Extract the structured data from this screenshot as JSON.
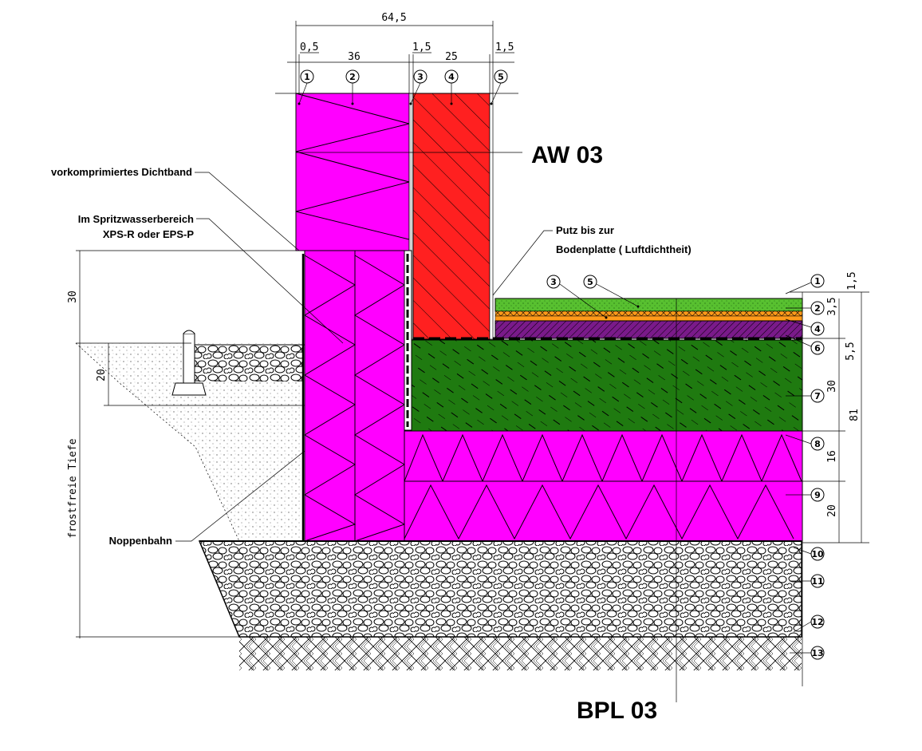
{
  "labels": {
    "aw": "AW 03",
    "bpl": "BPL 03",
    "dichtband": "vorkomprimiertes Dichtband",
    "spritz1": "Im Spritzwasserbereich",
    "spritz2": "XPS-R oder EPS-P",
    "putz1": "Putz bis zur",
    "putz2": "Bodenplatte  ( Luftdichtheit)",
    "noppen": "Noppenbahn",
    "frost": "frostfreie Tiefe"
  },
  "dims_top": {
    "total": "64,5",
    "d1": "0,5",
    "d2": "36",
    "d3": "1,5",
    "d4": "25",
    "d5": "1,5"
  },
  "dims_left": {
    "a": "30",
    "b": "20"
  },
  "dims_right": {
    "r1": "1,5",
    "r2": "3,5",
    "r3": "5,5",
    "r4": "30",
    "r5": "16",
    "r6": "20",
    "total": "81"
  },
  "wall_markers": [
    "1",
    "2",
    "3",
    "4",
    "5"
  ],
  "floor_markers_top": [
    "3",
    "5"
  ],
  "floor_markers_right": [
    "1",
    "2",
    "4",
    "6",
    "7",
    "8",
    "9",
    "10",
    "11",
    "12",
    "13"
  ],
  "colors": {
    "insulation": "#ff00ff",
    "masonry": "#ff2020",
    "concrete": "#1f7a10",
    "screed_top": "#58c030",
    "screed_layer": "#ff9a1a",
    "purple_layer": "#7a1a8a"
  }
}
